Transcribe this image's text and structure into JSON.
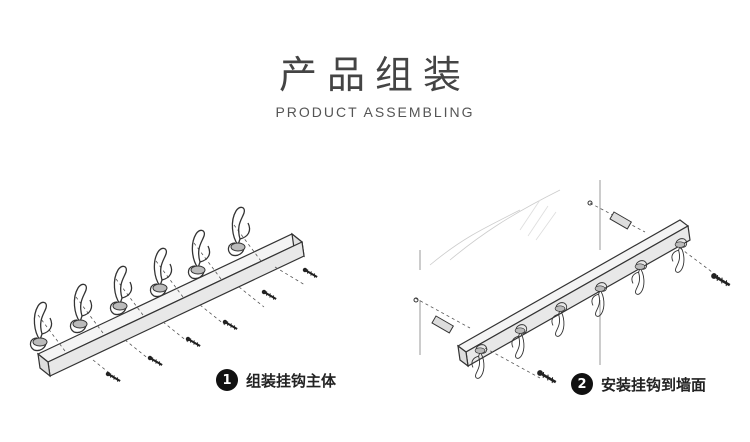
{
  "header": {
    "title": "产品组装",
    "subtitle": "PRODUCT ASSEMBLING"
  },
  "steps": [
    {
      "number": "1",
      "label": "组装挂钩主体"
    },
    {
      "number": "2",
      "label": "安装挂钩到墙面"
    }
  ]
}
